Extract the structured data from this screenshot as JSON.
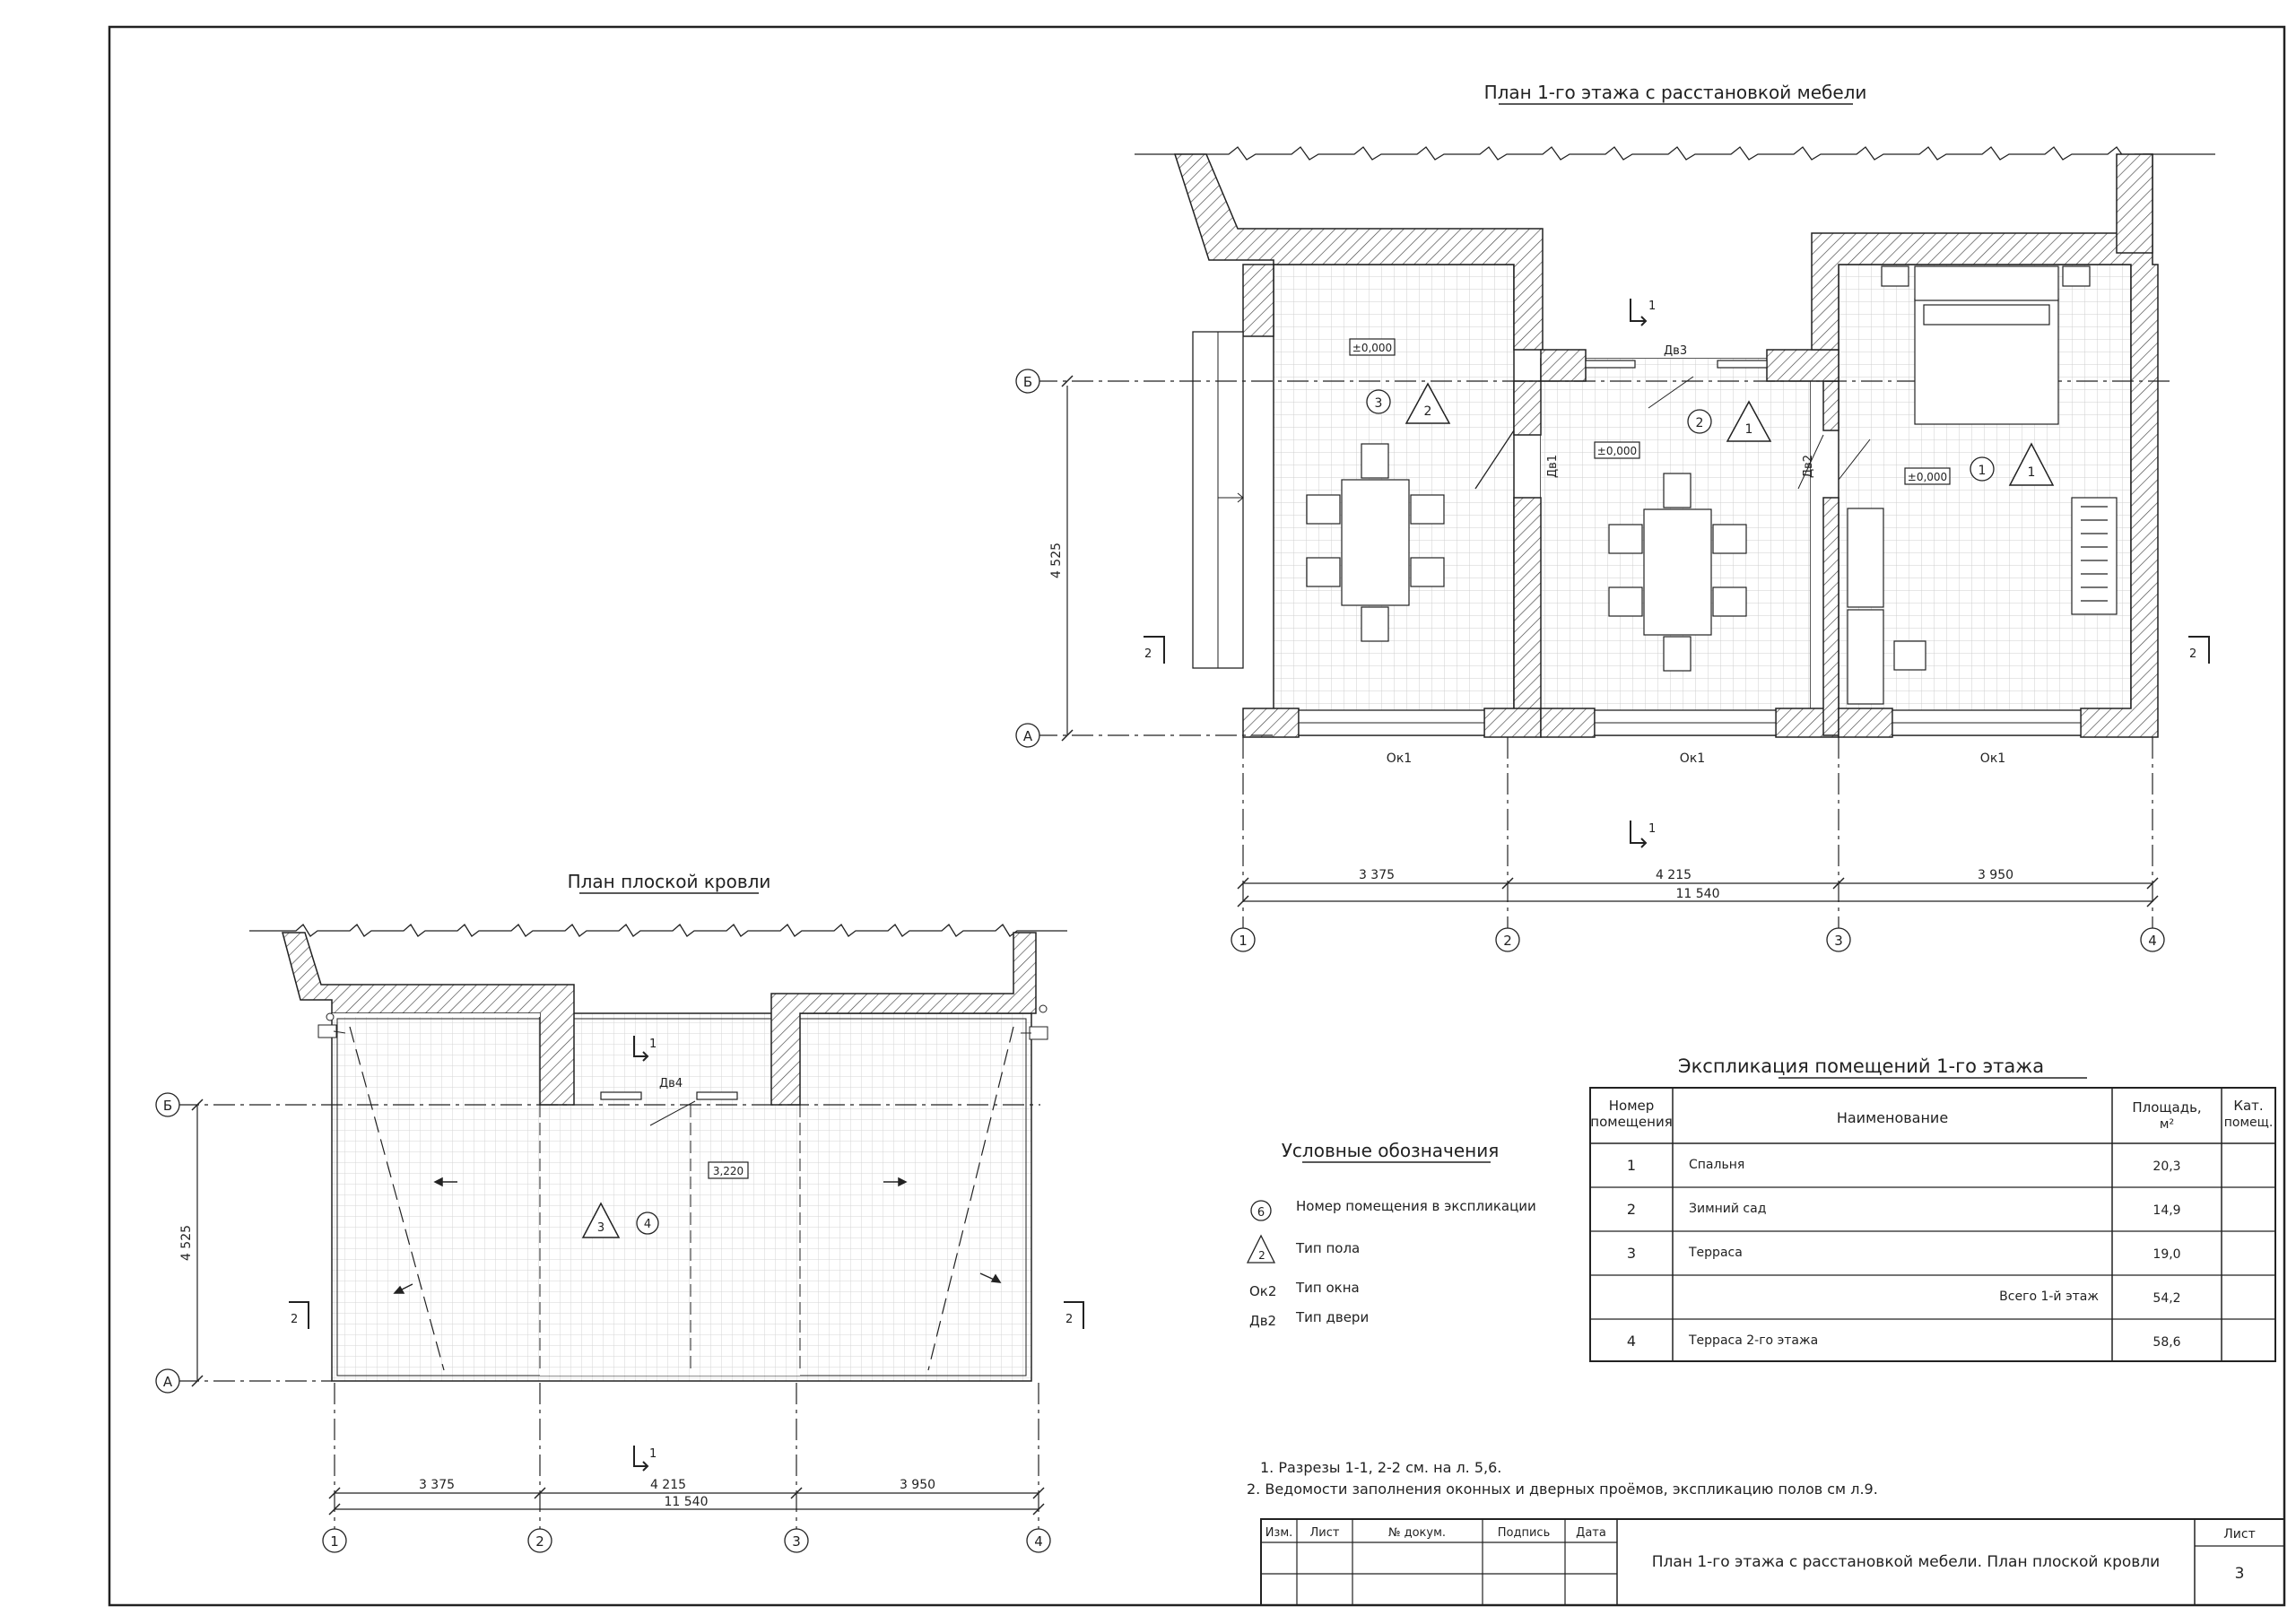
{
  "plan1": {
    "title": "План 1-го этажа с расстановкой мебели",
    "axes_letters": [
      "Б",
      "А"
    ],
    "axes_numbers": [
      "1",
      "2",
      "3",
      "4"
    ],
    "dims": [
      "3 375",
      "4 215",
      "3 950"
    ],
    "total": "11 540",
    "vert_dim": "4 525",
    "section1": "1",
    "section2": "2",
    "level": "±0,000",
    "door1": "Дв1",
    "door2": "Дв2",
    "door3": "Дв3",
    "window": "Ок1",
    "room1": "1",
    "room2": "2",
    "room3": "3",
    "floor1": "1",
    "floor2": "2"
  },
  "plan2": {
    "title": "План плоской кровли",
    "axes_letters": [
      "Б",
      "А"
    ],
    "axes_numbers": [
      "1",
      "2",
      "3",
      "4"
    ],
    "dims": [
      "3 375",
      "4 215",
      "3 950"
    ],
    "total": "11 540",
    "vert_dim": "4 525",
    "section1": "1",
    "section2": "2",
    "level": "3,220",
    "door4": "Дв4",
    "room4": "4",
    "floor3": "3"
  },
  "legend": {
    "title": "Условные обозначения",
    "room_mark": "6",
    "floor_mark": "2",
    "room_text": "Номер помещения в экспликации",
    "floor_text": "Тип пола",
    "window_code": "Ок2",
    "window_text": "Тип окна",
    "door_code": "Дв2",
    "door_text": "Тип двери"
  },
  "expl": {
    "title": "Экспликация помещений 1-го этажа",
    "h_num_1": "Номер",
    "h_num_2": "помещения",
    "h_name": "Наименование",
    "h_area_1": "Площадь,",
    "h_area_2": "м²",
    "h_cat_1": "Кат.",
    "h_cat_2": "помещ.",
    "rows": [
      {
        "num": "1",
        "name": "Спальня",
        "area": "20,3"
      },
      {
        "num": "2",
        "name": "Зимний сад",
        "area": "14,9"
      },
      {
        "num": "3",
        "name": "Терраса",
        "area": "19,0"
      },
      {
        "num": "",
        "name": "Всего 1-й этаж",
        "area": "54,2"
      },
      {
        "num": "4",
        "name": "Терраса 2-го этажа",
        "area": "58,6"
      }
    ]
  },
  "notes": {
    "n1": "1. Разрезы 1-1, 2-2 см. на л. 5,6.",
    "n2": "2. Ведомости заполнения оконных и дверных проёмов, экспликацию полов см л.9."
  },
  "stamp": {
    "c1": "Изм.",
    "c2": "Лист",
    "c3": "№ докум.",
    "c4": "Подпись",
    "c5": "Дата",
    "title": "План 1-го этажа с расстановкой мебели. План плоской кровли",
    "sheet_label": "Лист",
    "sheet_num": "3"
  }
}
